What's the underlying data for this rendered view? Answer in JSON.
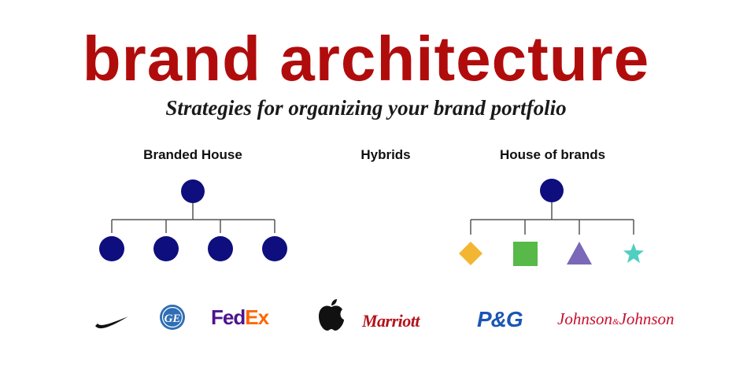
{
  "header": {
    "title": "brand architecture",
    "subtitle": "Strategies for organizing your brand portfolio"
  },
  "columns": [
    {
      "id": "branded_house",
      "label": "Branded House"
    },
    {
      "id": "hybrids",
      "label": "Hybrids"
    },
    {
      "id": "house_of_brands",
      "label": "House of brands"
    }
  ],
  "colors": {
    "title": "#b10c0c",
    "node": "#0e0e7e",
    "diamond": "#f2b632",
    "square": "#57b947",
    "triangle": "#7b68b8",
    "star": "#4fcfc1"
  },
  "logos": {
    "nike": {
      "icon": "nike-swoosh-icon"
    },
    "ge": {
      "text": "GE"
    },
    "fedex": {
      "fe": "Fed",
      "ex": "Ex"
    },
    "apple": {
      "icon": "apple-logo-icon"
    },
    "marriott": {
      "text": "Marriott"
    },
    "pg": {
      "text": "P&G"
    },
    "jj": {
      "left": "Johnson",
      "amp": "&",
      "right": "Johnson"
    }
  }
}
